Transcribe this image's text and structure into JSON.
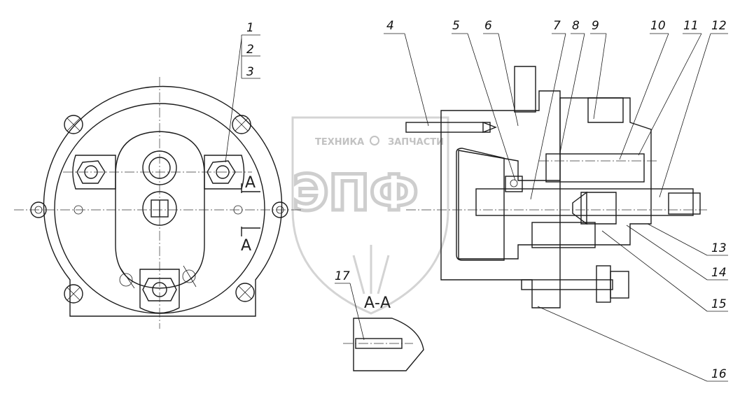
{
  "watermark": {
    "brand_large": "ЭПФ",
    "brand_left": "ТЕХНИКА",
    "brand_right": "ЗАПЧАСТИ"
  },
  "section": {
    "cut_letter_top": "А",
    "cut_letter_bottom": "А",
    "view_title": "А-А"
  },
  "callouts": [
    "1",
    "2",
    "3",
    "4",
    "5",
    "6",
    "7",
    "8",
    "9",
    "10",
    "11",
    "12",
    "13",
    "14",
    "15",
    "16",
    "17"
  ]
}
